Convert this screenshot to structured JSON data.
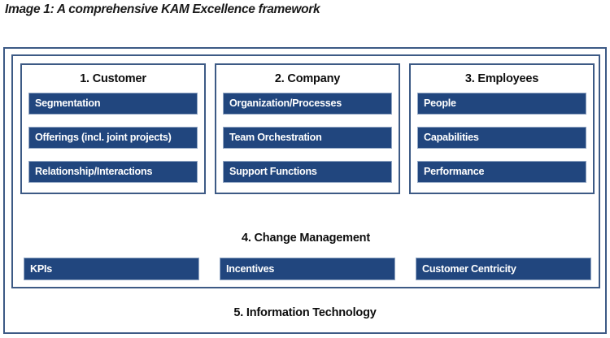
{
  "caption": "Image 1: A comprehensive KAM Excellence framework",
  "colors": {
    "bar_fill": "#21467e",
    "bar_border": "#93a7c4",
    "frame_border": "#3d5a85",
    "bar_text": "#ffffff",
    "title_text": "#0d0d0d",
    "background": "#ffffff"
  },
  "framework": {
    "columns": [
      {
        "title": "1. Customer",
        "items": [
          "Segmentation",
          "Offerings (incl. joint projects)",
          "Relationship/Interactions"
        ]
      },
      {
        "title": "2. Company",
        "items": [
          "Organization/Processes",
          "Team Orchestration",
          "Support Functions"
        ]
      },
      {
        "title": "3. Employees",
        "items": [
          "People",
          "Capabilities",
          "Performance"
        ]
      }
    ],
    "change_management": {
      "title": "4. Change Management",
      "items": [
        "KPIs",
        "Incentives",
        "Customer Centricity"
      ]
    },
    "information_technology": {
      "title": "5. Information Technology"
    }
  }
}
